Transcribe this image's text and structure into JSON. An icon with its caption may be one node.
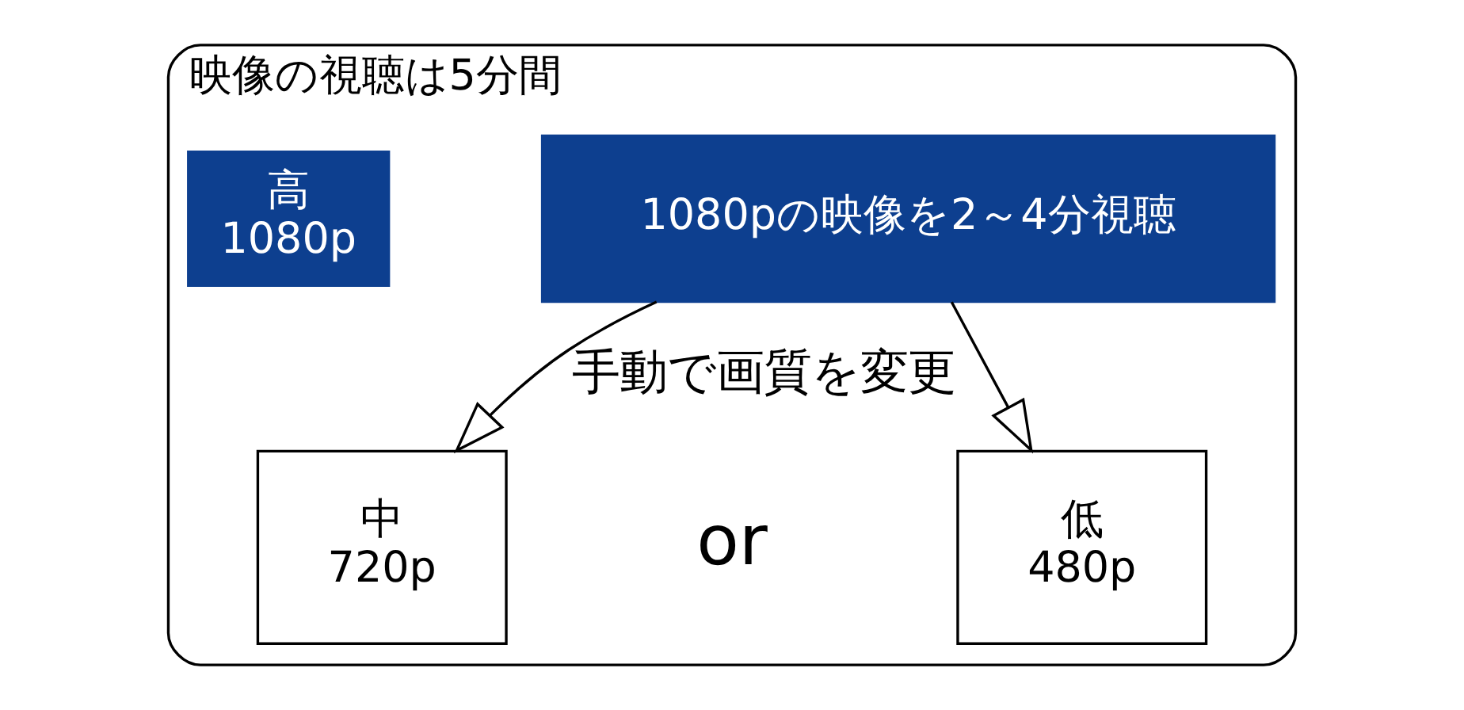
{
  "diagram": {
    "nodes": [
      {
        "text": [
          "映像の視聴は5分間"
        ]
      },
      {
        "text": [
          "高",
          "1080p"
        ],
        "in": 0
      },
      {
        "text": [
          "1080pの映像を2～4分視聴"
        ],
        "in": 0
      },
      {
        "text": [
          "中",
          "720p"
        ],
        "in": 0
      },
      {
        "text": [
          "低",
          "480p"
        ],
        "in": 0
      }
    ],
    "edges": [
      {
        "from": 2,
        "to": 3,
        "arrow": "to",
        "label": "手動で画質を変更"
      },
      {
        "from": 2,
        "to": 4,
        "arrow": "to"
      }
    ],
    "labels": [
      "or"
    ]
  }
}
